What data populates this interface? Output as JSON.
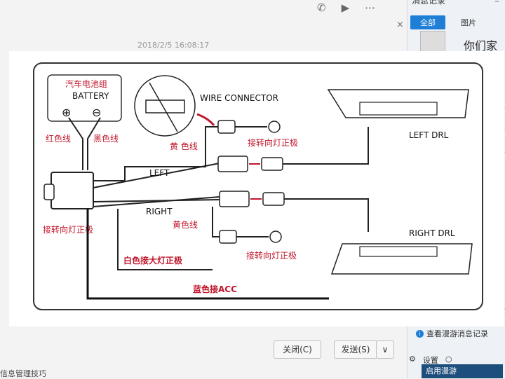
{
  "chat": {
    "timestamp": "2018/2/5 16:08:17",
    "close_label": "关闭(C)",
    "send_label": "发送(S)",
    "send_arrow": "∨",
    "bottom_text": "信息管理技巧"
  },
  "right_panel": {
    "title": "消息记录",
    "tabs": [
      {
        "label": "全部"
      },
      {
        "label": "图片"
      }
    ],
    "preview_message": "你们家",
    "history_link": "查看漫游消息记录",
    "settings_label": "设置",
    "blue_button": "启用漫游",
    "side_glyphs": [
      "七",
      "七",
      "七",
      "盲",
      "悬"
    ]
  },
  "diagram": {
    "battery_cn": "汽车电池组",
    "battery_en": "BATTERY",
    "plus": "⊕",
    "minus": "⊖",
    "red_wire": "红色线",
    "black_wire": "黑色线",
    "wire_connector": "WIRE CONNECTOR",
    "yellow_wire_top": "黄 色线",
    "yellow_wire_bottom": "黄色线",
    "turn_signal_top": "接转向灯正极",
    "turn_signal_bottom": "接转向灯正极",
    "turn_signal_left": "接转向灯正极",
    "left": "LEFT",
    "right": "RIGHT",
    "left_drl": "LEFT DRL",
    "right_drl": "RIGHT DRL",
    "white_wire": "白色接大灯正极",
    "blue_wire": "蓝色接ACC",
    "colors": {
      "red_label": "#c0162b",
      "wire": "#222222"
    }
  }
}
